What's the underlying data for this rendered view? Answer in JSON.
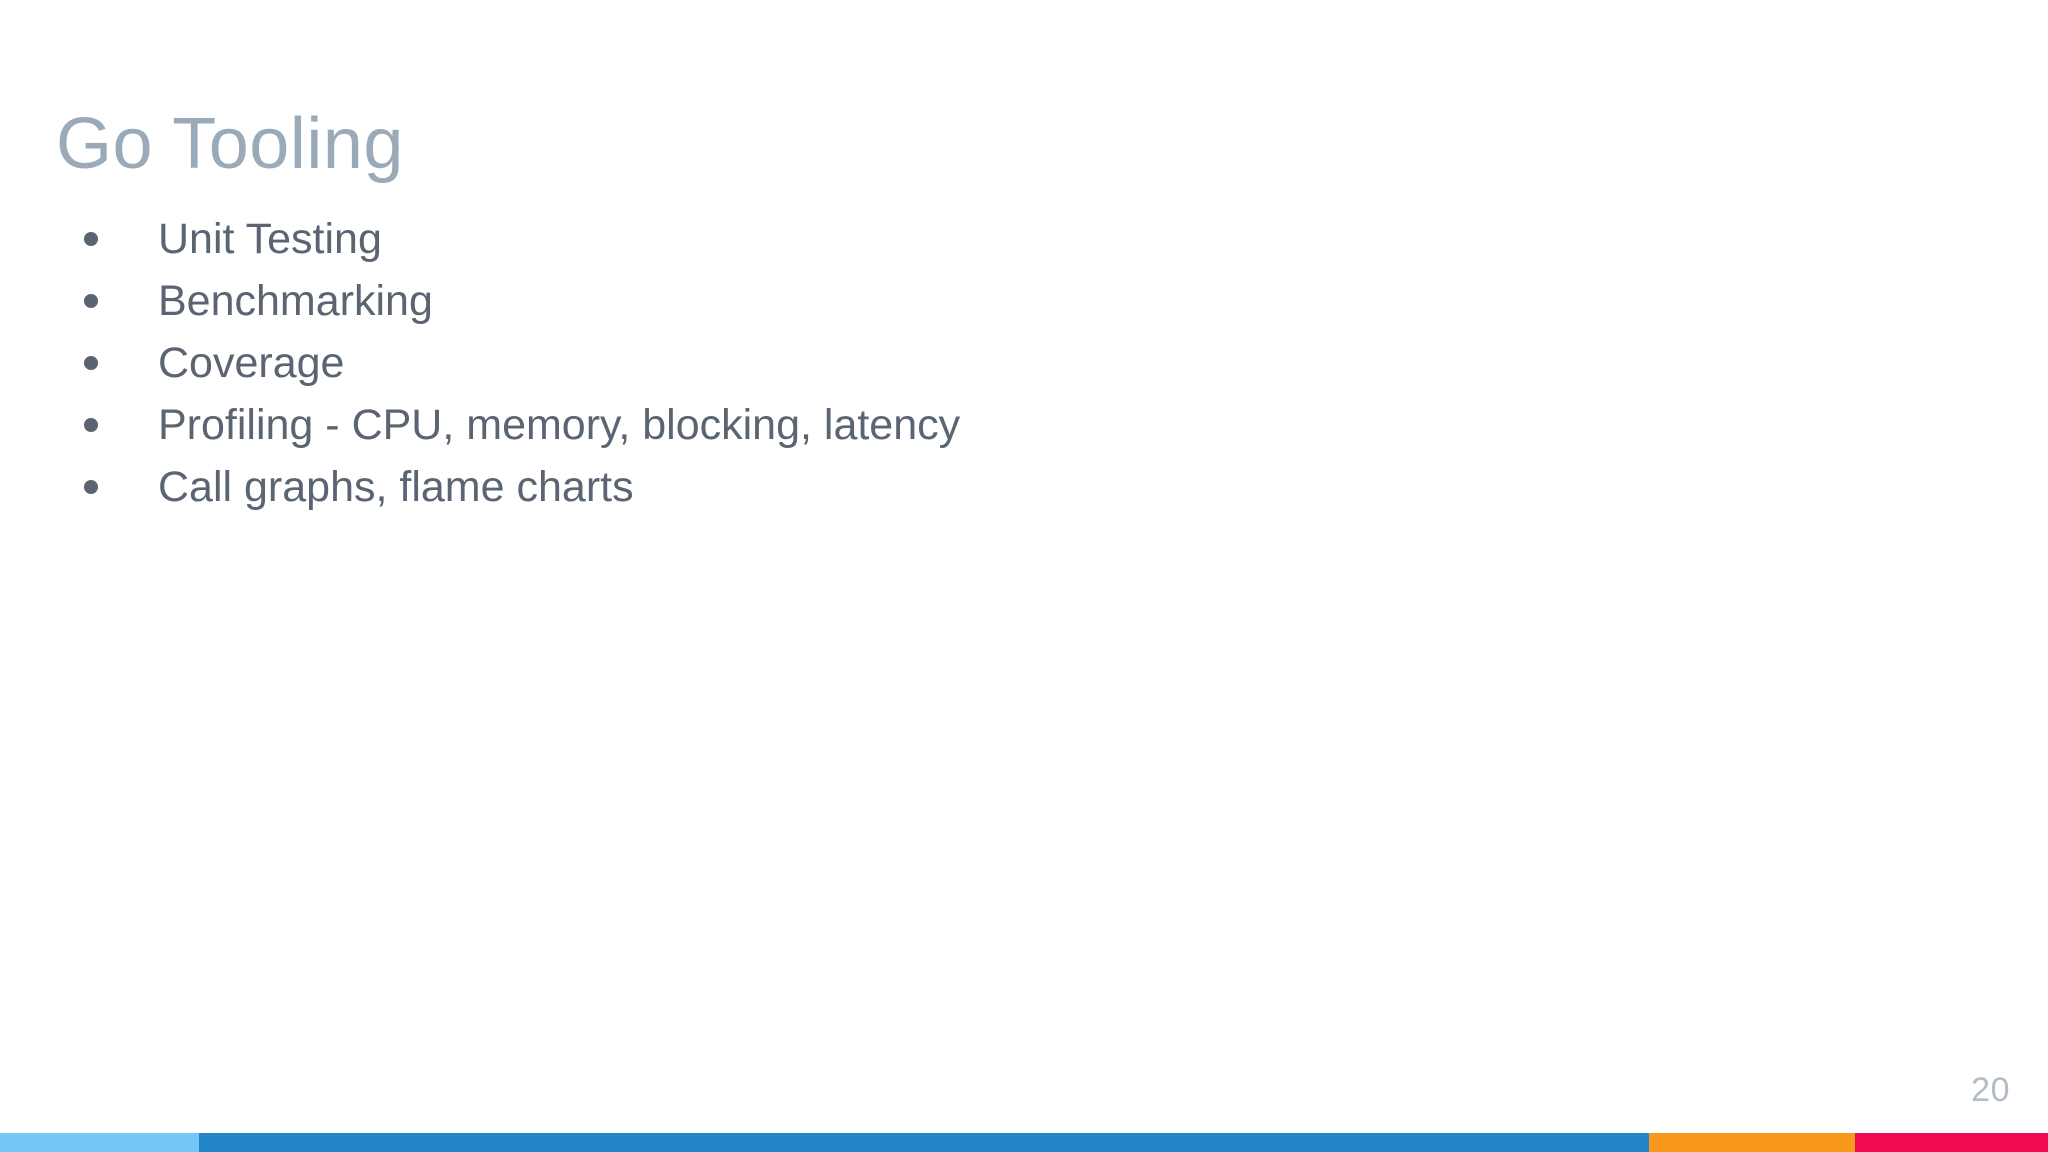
{
  "slide": {
    "title": "Go Tooling",
    "page_number": "20",
    "background_color": "#ffffff",
    "title_color": "#9aaab8",
    "body_color": "#5a6472",
    "page_number_color": "#b3bcc6",
    "bullets": [
      {
        "text": "Unit Testing",
        "marker": "bullet-dot"
      },
      {
        "text": "Benchmarking",
        "marker": "bullet-dot"
      },
      {
        "text": "Coverage",
        "marker": "bullet-dot"
      },
      {
        "text": "Profiling - CPU, memory, blocking, latency",
        "marker": "bullet-dot"
      },
      {
        "text": "Call graphs, flame charts",
        "marker": "bullet-dot"
      }
    ],
    "accent_bar": [
      {
        "name": "light-blue",
        "color": "#74c8f7",
        "width_pct": 9.7
      },
      {
        "name": "blue",
        "color": "#2386c8",
        "width_pct": 70.8
      },
      {
        "name": "orange",
        "color": "#f8991d",
        "width_pct": 10.1
      },
      {
        "name": "crimson",
        "color": "#f20a50",
        "width_pct": 9.4
      }
    ]
  }
}
